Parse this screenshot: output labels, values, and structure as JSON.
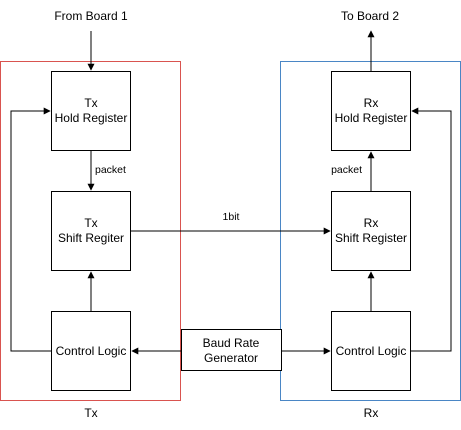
{
  "colors": {
    "tx_frame": "#d9534f",
    "rx_frame": "#4a86c5",
    "line": "#000000"
  },
  "labels": {
    "from_board": "From Board 1",
    "to_board": "To Board 2",
    "tx_frame": "Tx",
    "rx_frame": "Rx",
    "packet_tx": "packet",
    "packet_rx": "packet",
    "one_bit": "1bit"
  },
  "tx": {
    "hold": {
      "line1": "Tx",
      "line2": "Hold Register"
    },
    "shift": {
      "line1": "Tx",
      "line2": "Shift Regiter"
    },
    "control": {
      "line1": "Control Logic"
    }
  },
  "rx": {
    "hold": {
      "line1": "Rx",
      "line2": "Hold Register"
    },
    "shift": {
      "line1": "Rx",
      "line2": "Shift Register"
    },
    "control": {
      "line1": "Control Logic"
    }
  },
  "baud": {
    "line1": "Baud Rate",
    "line2": "Generator"
  }
}
